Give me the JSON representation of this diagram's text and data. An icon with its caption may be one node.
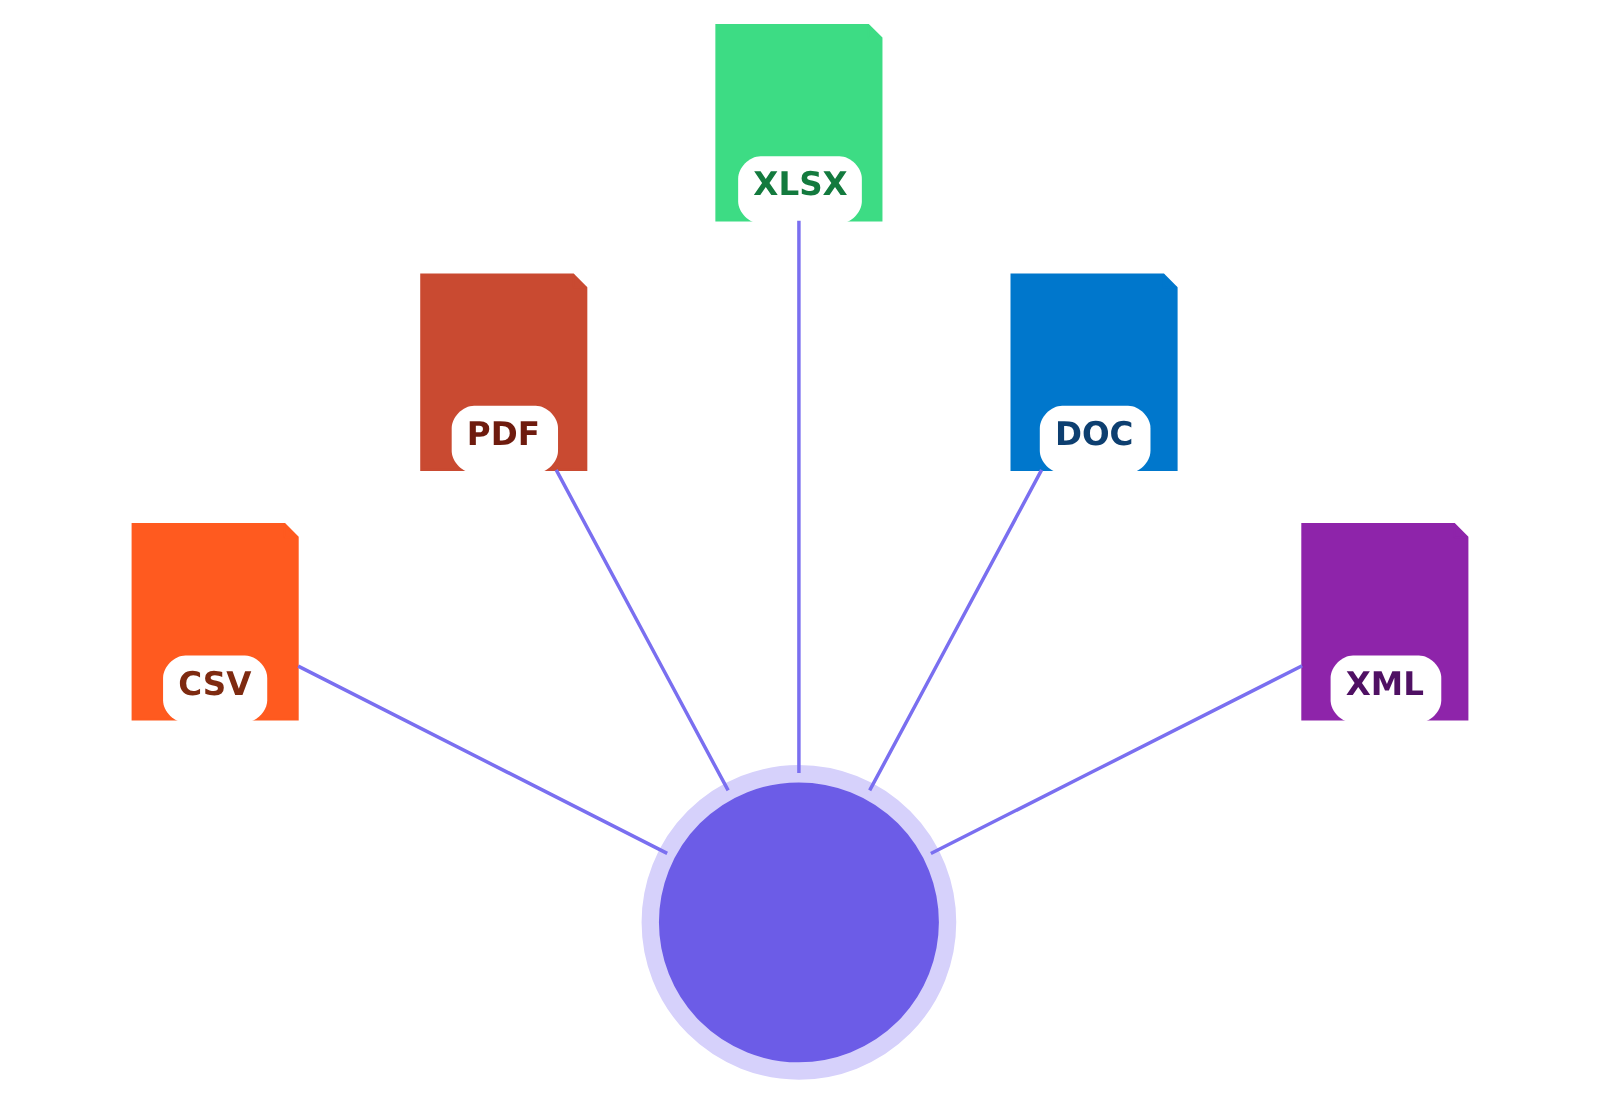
{
  "diagram": {
    "nodes": [
      {
        "text": [
          "CSV"
        ]
      },
      {
        "text": [
          "PDF"
        ]
      },
      {
        "text": [
          "XLSX"
        ]
      },
      {
        "text": [
          "DOC"
        ]
      },
      {
        "text": [
          "XML"
        ]
      },
      {
        "text": [],
        "shape": "circle"
      }
    ],
    "edges": [
      {
        "from": 0,
        "to": 5,
        "arrow": "none"
      },
      {
        "from": 1,
        "to": 5,
        "arrow": "none"
      },
      {
        "from": 2,
        "to": 5,
        "arrow": "none"
      },
      {
        "from": 3,
        "to": 5,
        "arrow": "none"
      },
      {
        "from": 4,
        "to": 5,
        "arrow": "none"
      }
    ]
  }
}
